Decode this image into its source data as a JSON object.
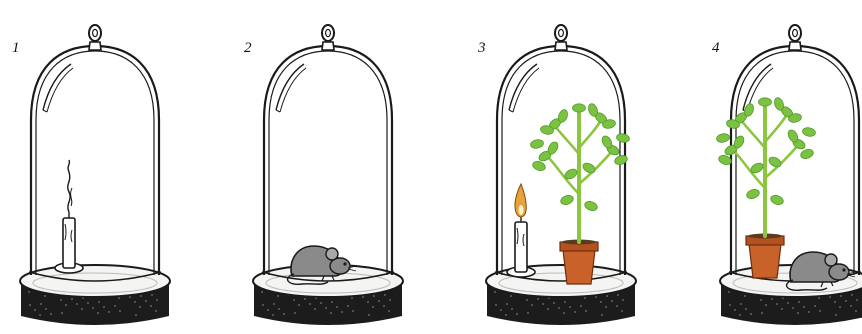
{
  "panels": [
    {
      "label": "1",
      "contents": [
        "extinguished-candle"
      ]
    },
    {
      "label": "2",
      "contents": [
        "mouse"
      ]
    },
    {
      "label": "3",
      "contents": [
        "burning-candle",
        "potted-plant"
      ]
    },
    {
      "label": "4",
      "contents": [
        "potted-plant",
        "mouse"
      ]
    }
  ],
  "colors": {
    "ink": "#1a1a1a",
    "leaf": "#7cc242",
    "leaf_dark": "#4e9a2a",
    "stem": "#8cc63f",
    "pot": "#c8622a",
    "pot_rim": "#b4521f",
    "flame": "#e9a23b",
    "mouse": "#8a8a8a",
    "base_dark": "#1c1c1c",
    "base_top": "#f4f4f2"
  }
}
